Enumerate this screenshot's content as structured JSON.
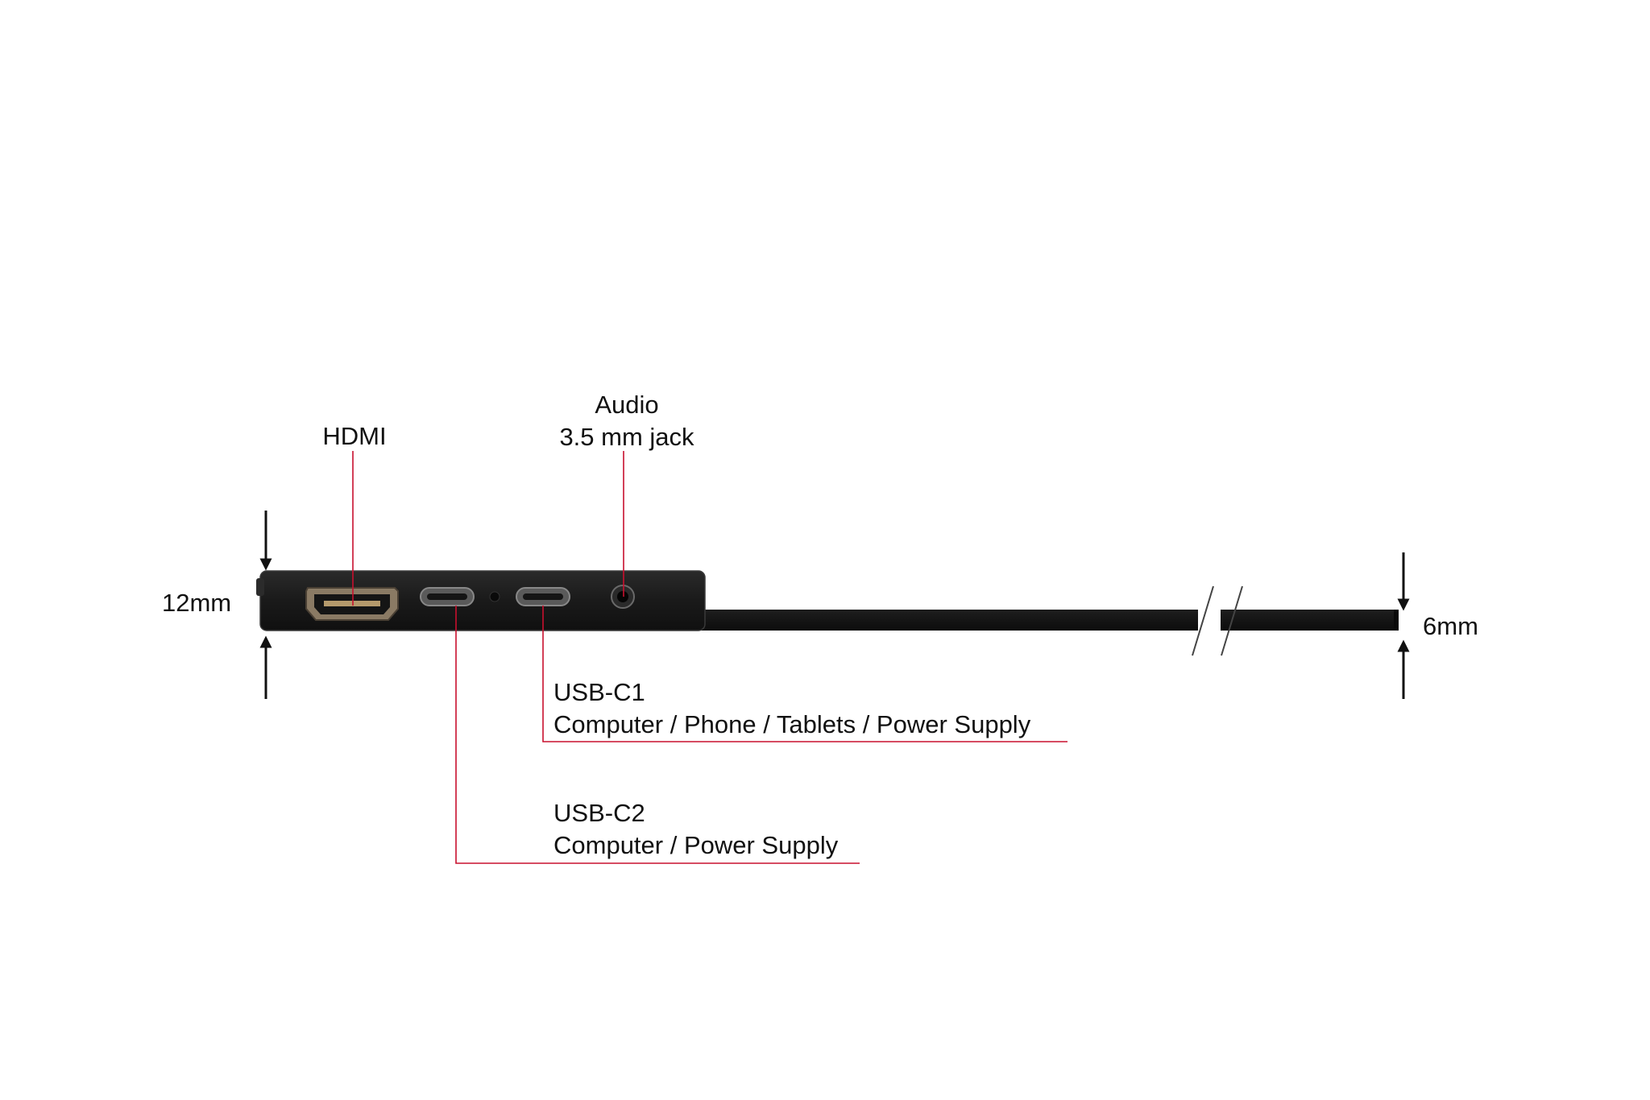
{
  "labels": {
    "hdmi": "HDMI",
    "audio_line1": "Audio",
    "audio_line2": "3.5 mm jack",
    "thickness_left": "12mm",
    "thickness_right": "6mm",
    "usbc1_title": "USB-C1",
    "usbc1_desc": "Computer / Phone / Tablets / Power Supply",
    "usbc2_title": "USB-C2",
    "usbc2_desc": "Computer / Power Supply"
  },
  "colors": {
    "leader_line": "#c8102e",
    "device_body": "#1b1b1b",
    "device_edge": "#3a3a3a",
    "port_metal": "#7a6a55",
    "text": "#111111",
    "arrow": "#111111"
  }
}
